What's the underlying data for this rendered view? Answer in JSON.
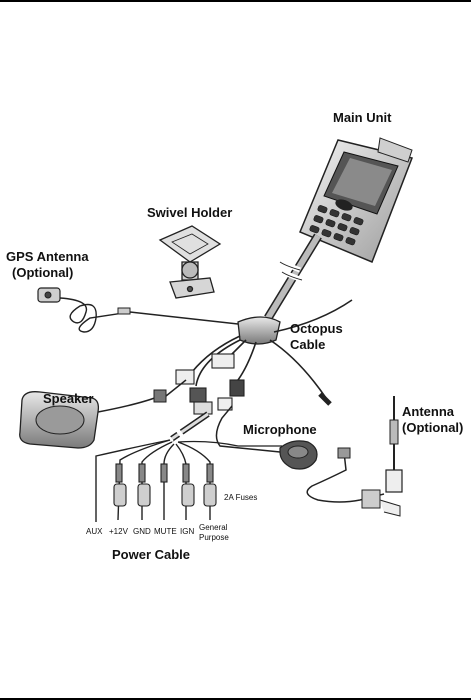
{
  "labels": {
    "main_unit": "Main Unit",
    "swivel_holder": "Swivel Holder",
    "gps_antenna_line1": "GPS Antenna",
    "gps_antenna_line2": "(Optional)",
    "octopus_line1": "Octopus",
    "octopus_line2": "Cable",
    "speaker": "Speaker",
    "microphone": "Microphone",
    "antenna_line1": "Antenna",
    "antenna_line2": "(Optional)",
    "fuses": "2A Fuses",
    "power_cable": "Power Cable"
  },
  "wire_labels": {
    "aux": "AUX",
    "plus12v": "+12V",
    "gnd": "GND",
    "mute": "MUTE",
    "ign": "IGN",
    "general_line1": "General",
    "general_line2": "Purpose"
  }
}
